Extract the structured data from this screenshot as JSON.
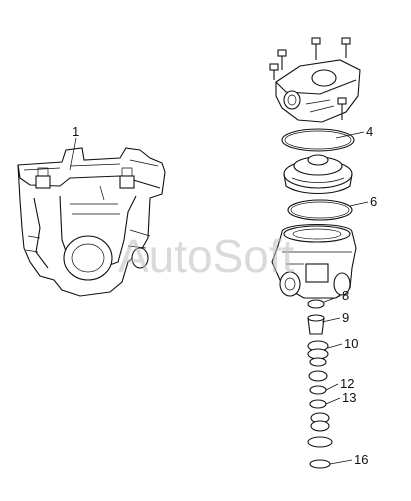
{
  "watermark": "AutoSoft",
  "callouts": [
    {
      "id": "1",
      "label": "1"
    },
    {
      "id": "4",
      "label": "4"
    },
    {
      "id": "6",
      "label": "6"
    },
    {
      "id": "8",
      "label": "8"
    },
    {
      "id": "9",
      "label": "9"
    },
    {
      "id": "10",
      "label": "10"
    },
    {
      "id": "12",
      "label": "12"
    },
    {
      "id": "13",
      "label": "13"
    },
    {
      "id": "16",
      "label": "16"
    }
  ]
}
